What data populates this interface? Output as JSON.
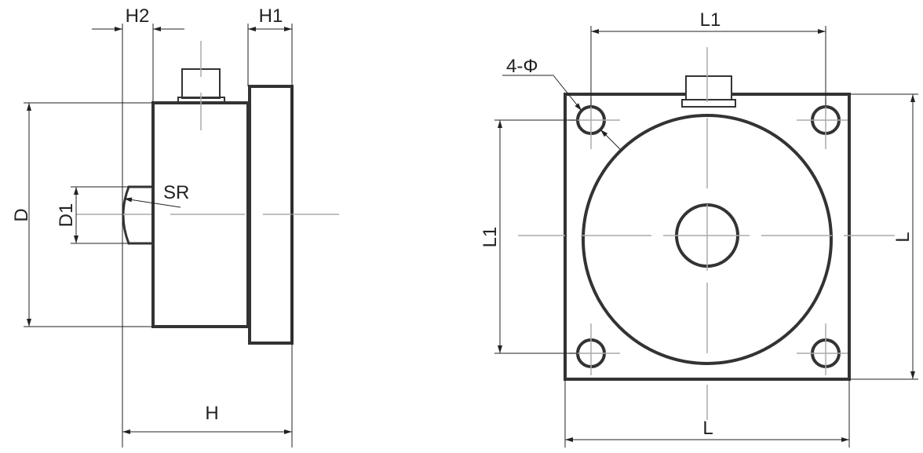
{
  "side_view": {
    "labels": {
      "h2": "H2",
      "h1": "H1",
      "h": "H",
      "d": "D",
      "d1": "D1",
      "sr": "SR"
    }
  },
  "front_view": {
    "labels": {
      "l1_top": "L1",
      "l1_left": "L1",
      "l_right": "L",
      "l_bottom": "L",
      "holes": "4-Φ"
    }
  },
  "colors": {
    "outline": "#333333",
    "centerline": "#aaaaaa"
  }
}
